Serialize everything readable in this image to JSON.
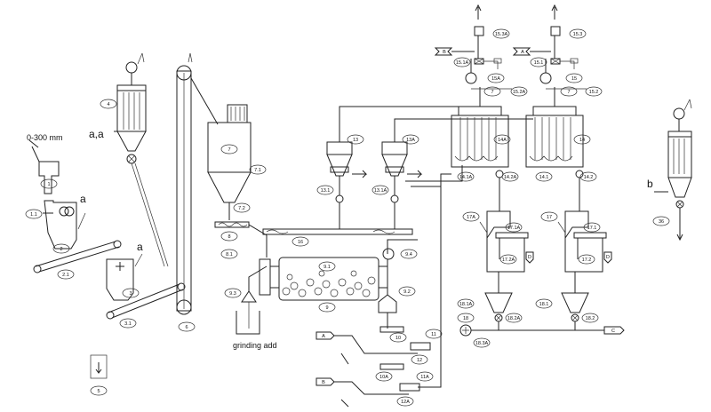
{
  "annotations": {
    "feed_size": "0-300 mm",
    "a1": "a,a",
    "a2": "a",
    "a3": "a",
    "b": "b",
    "grinding_add": "grinding add",
    "letterA": "A",
    "letterB": "B",
    "letterC": "C"
  },
  "tags": {
    "t1": "1",
    "t1_1": "1.1",
    "t2": "2",
    "t2_1": "2.1",
    "t3": "3",
    "t3_1": "3.1",
    "t4": "4",
    "t5": "5",
    "t6": "6",
    "t7": "7",
    "t7_1": "7.1",
    "t7_2": "7.2",
    "t8": "8",
    "t8_1": "8.1",
    "t9": "9",
    "t9_1": "9.1",
    "t9_2": "9.2",
    "t9_3": "9.3",
    "t9_4": "9.4",
    "t10": "10",
    "t10a": "10A",
    "t11": "11",
    "t11a": "11A",
    "t12": "12",
    "t12a": "12A",
    "t13": "13",
    "t13a": "13A",
    "t13_1": "13.1",
    "t13_1a": "13.1A",
    "t14": "14",
    "t14a": "14A",
    "t14_1": "14.1",
    "t14_1a": "14.1A",
    "t14_2": "14.2",
    "t14_2a": "14.2A",
    "t15": "15",
    "t15a": "15A",
    "t15_1": "15.1",
    "t15_1a": "15.1A",
    "t15_2": "15.2",
    "t15_2a": "15.2A",
    "t15_3": "15.3",
    "t15_3a": "15.3A",
    "t16": "16",
    "t17": "17",
    "t17a": "17A",
    "t17_1": "17.1",
    "t17_1a": "17.1A",
    "t17_2": "17.2",
    "t17_2a": "17.2A",
    "t18": "18",
    "t18_1": "18.1",
    "t18_1a": "18.1A",
    "t18_2": "18.2",
    "t18_2a": "18.2A",
    "t18_3a": "18.3A",
    "t36": "36",
    "tD": "D"
  }
}
